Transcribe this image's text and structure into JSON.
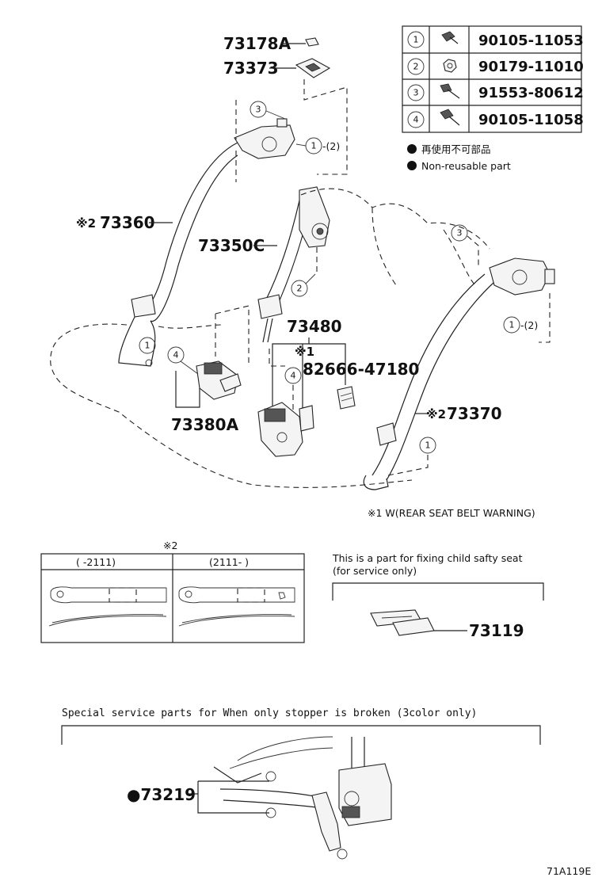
{
  "fastener_table": [
    {
      "num": "1",
      "part": "90105-11053"
    },
    {
      "num": "2",
      "part": "90179-11010"
    },
    {
      "num": "3",
      "part": "91553-80612"
    },
    {
      "num": "4",
      "part": "90105-11058"
    }
  ],
  "legend": {
    "jp": "再使用不可部品",
    "en": "Non-reusable part"
  },
  "parts": {
    "p73178A": "73178A",
    "p73373": "73373",
    "p73360_mark": "※2",
    "p73360": "73360",
    "p73350C": "73350C",
    "p73480": "73480",
    "p82666_mark": "※1",
    "p82666": "82666-47180",
    "p73380A": "73380A",
    "p73370_mark": "※2",
    "p73370": "73370",
    "p73119": "73119",
    "p73219": "●73219"
  },
  "callouts": {
    "c3a": "3",
    "c12a": "1",
    "c12a_suffix": "-(2)",
    "c3b": "3",
    "c2": "2",
    "c1a": "1",
    "c4a": "4",
    "c4b": "4",
    "c12b": "1",
    "c12b_suffix": "-(2)",
    "c1b": "1"
  },
  "notes": {
    "note1": "※1 W(REAR SEAT BELT WARNING)",
    "note2_mark": "※2",
    "col1": "(     -2111)",
    "col2": "(2111-     )",
    "child_seat_line1": "This is a part for fixing child safty seat",
    "child_seat_line2": "(for service only)",
    "special_service": "Special  service  parts  for  When  only  stopper  is  broken  (3color  only)"
  },
  "footer": {
    "code": "71A119E"
  }
}
